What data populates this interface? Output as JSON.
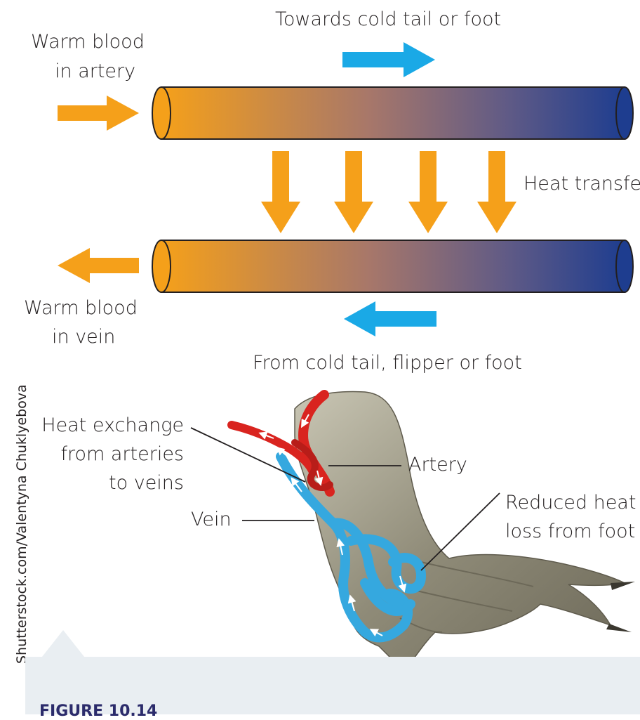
{
  "labels": {
    "warm_artery_line1": "Warm blood",
    "warm_artery_line2": "in artery",
    "towards_cold": "Towards cold tail or foot",
    "heat_transfer": "Heat transfer",
    "warm_vein_line1": "Warm blood",
    "warm_vein_line2": "in vein",
    "from_cold": "From cold tail, flipper or foot",
    "heat_exchange_line1": "Heat exchange",
    "heat_exchange_line2": "from arteries",
    "heat_exchange_line3": "to veins",
    "artery": "Artery",
    "vein": "Vein",
    "reduced_line1": "Reduced heat",
    "reduced_line2": "loss from foot"
  },
  "credit": "Shutterstock.com/Valentyna Chuklyebova",
  "caption": "FIGURE 10.14",
  "colors": {
    "warm": "#f5a01a",
    "cold": "#1e3d8f",
    "flow_arrow": "#1aa9e6",
    "artery": "#d9241f",
    "vein": "#35a8df",
    "foot": "#8f8b78"
  }
}
